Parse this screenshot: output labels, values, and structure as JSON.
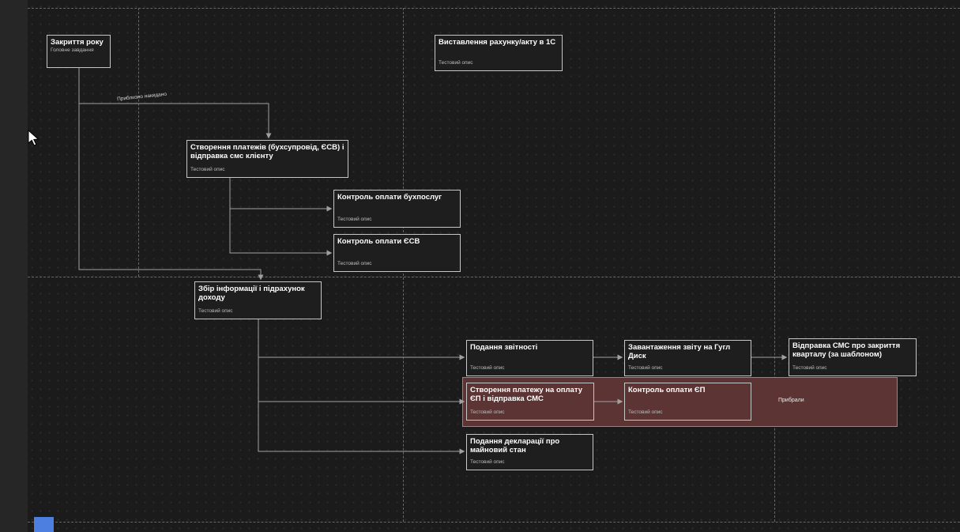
{
  "app": {
    "view": "diagram-canvas-dark"
  },
  "palette": {
    "canvas_bg": "#1b1b1b",
    "grid_dot": "#2e2e2e",
    "left_panel": "#262626",
    "node_bg": "#1e1e1e",
    "node_border": "#c6c6c6",
    "title_color": "#ffffff",
    "desc_color": "#bdbdbd",
    "edge_color": "#a0a0a0",
    "page_guide": "#676767",
    "highlight_bg": "#5c3434",
    "highlight_border": "#a97d7d",
    "accent_blue": "#4d7fe0"
  },
  "nodes": [
    {
      "title": "Закриття року",
      "desc": "Головне завдання"
    },
    {
      "title": "Виставлення рахунку/акту в 1С",
      "desc": "Тестовий опис"
    },
    {
      "title": "Створення платежів (бухсупровід, ЄСВ) і відправка смс клієнту",
      "desc": "Тестовий опис"
    },
    {
      "title": "Контроль оплати бухпослуг",
      "desc": "Тестовий опис"
    },
    {
      "title": "Контроль оплати ЄСВ",
      "desc": "Тестовий опис"
    },
    {
      "title": "Збір інформації і підрахунок доходу",
      "desc": "Тестовий опис"
    },
    {
      "title": "Подання звітності",
      "desc": "Тестовий опис"
    },
    {
      "title": "Завантаження звіту на Гугл Диск",
      "desc": "Тестовий опис"
    },
    {
      "title": "Відправка СМС про закриття кварталу (за шаблоном)",
      "desc": "Тестовий опис"
    },
    {
      "title": "Створення платежу на оплату ЄП і відправка СМС",
      "desc": "Тестовий опис"
    },
    {
      "title": "Контроль оплати ЄП",
      "desc": "Тестовий опис"
    },
    {
      "title": "Подання декларації про майновий стан",
      "desc": "Тестовий опис"
    }
  ],
  "labels": {
    "edge_note": "Приблизно накидано",
    "removed_note": "Прибрали"
  }
}
